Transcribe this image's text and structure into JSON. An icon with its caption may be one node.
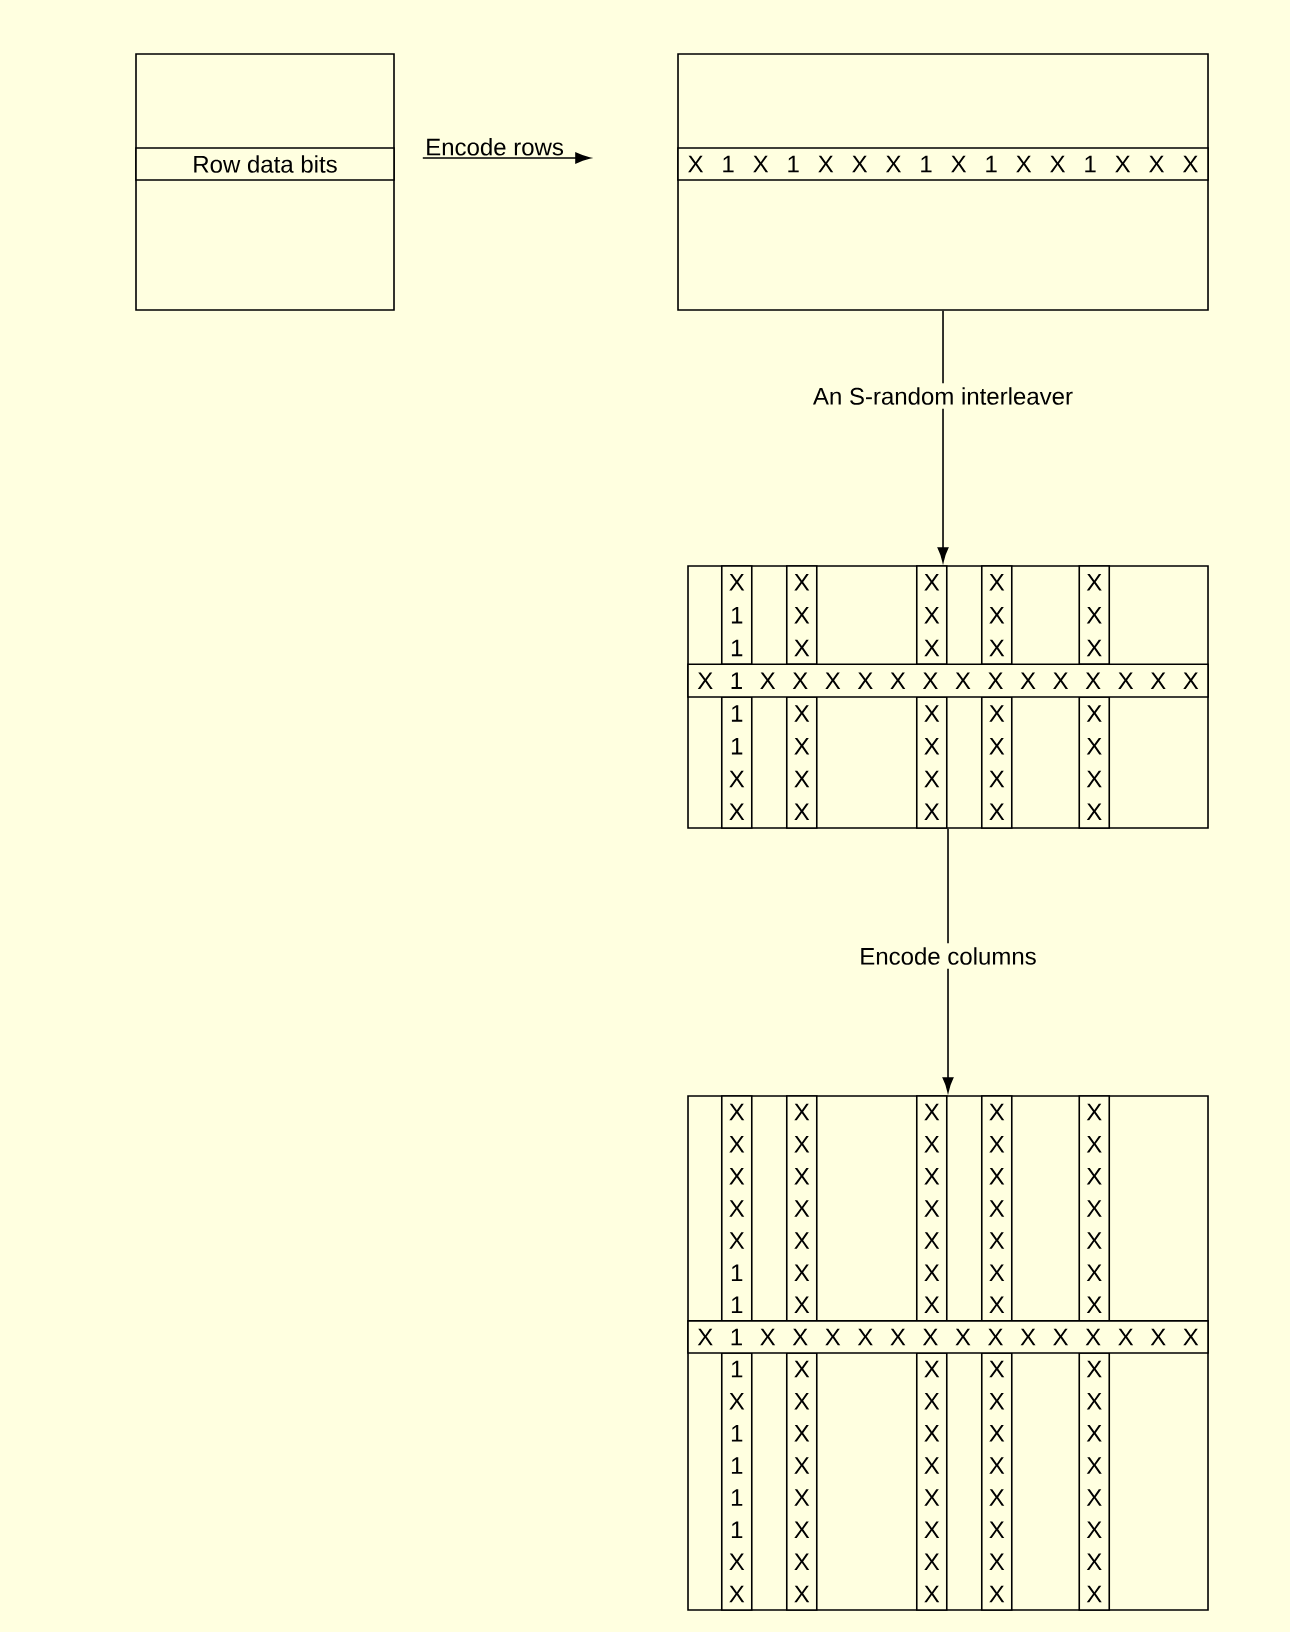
{
  "diagram": {
    "nodes": [
      {
        "text": [],
        "shape": "box"
      },
      {
        "text": [
          "Row data bits"
        ],
        "in": 0
      },
      {
        "text": [],
        "shape": "box"
      },
      {
        "text": [
          "X 1 X 1 X X X 1 X 1 X X 1 X X X"
        ],
        "in": 2
      },
      {
        "text": [],
        "shape": "box"
      },
      {
        "text": [
          "X 1 X X X X X X X X X X X X X X"
        ],
        "in": 4
      },
      {
        "text": [
          "X 1 1"
        ],
        "in": 4
      },
      {
        "text": [
          "X X X"
        ],
        "in": 4
      },
      {
        "text": [
          "X X X"
        ],
        "in": 4
      },
      {
        "text": [
          "X X X"
        ],
        "in": 4
      },
      {
        "text": [
          "X X X"
        ],
        "in": 4
      },
      {
        "text": [
          "1 1 X X"
        ],
        "in": 4
      },
      {
        "text": [
          "X X X X"
        ],
        "in": 4
      },
      {
        "text": [
          "X X X X"
        ],
        "in": 4
      },
      {
        "text": [
          "X X X X"
        ],
        "in": 4
      },
      {
        "text": [
          "X X X X"
        ],
        "in": 4
      },
      {
        "text": [],
        "shape": "box"
      },
      {
        "text": [
          "X 1 X X X X X X X X X X X X X X"
        ],
        "in": 16
      },
      {
        "text": [
          "X X X X X 1 1"
        ],
        "in": 16
      },
      {
        "text": [
          "X X X X X X X"
        ],
        "in": 16
      },
      {
        "text": [
          "X X X X X X X"
        ],
        "in": 16
      },
      {
        "text": [
          "X X X X X X X"
        ],
        "in": 16
      },
      {
        "text": [
          "X X X X X X X"
        ],
        "in": 16
      },
      {
        "text": [
          "1 X 1 1 1 1 X X"
        ],
        "in": 16
      },
      {
        "text": [
          "X X X X X X X X"
        ],
        "in": 16
      },
      {
        "text": [
          "X X X X X X X X"
        ],
        "in": 16
      },
      {
        "text": [
          "X X X X X X X X"
        ],
        "in": 16
      },
      {
        "text": [
          "X X X X X X X X"
        ],
        "in": 16
      }
    ],
    "edges": [
      {
        "from": 1,
        "to": 3,
        "arrow": "to",
        "label": "Encode rows"
      },
      {
        "from": 2,
        "to": 4,
        "arrow": "to",
        "label": "An S-random interleaver"
      },
      {
        "from": 4,
        "to": 16,
        "arrow": "to",
        "label": "Encode columns"
      }
    ]
  }
}
